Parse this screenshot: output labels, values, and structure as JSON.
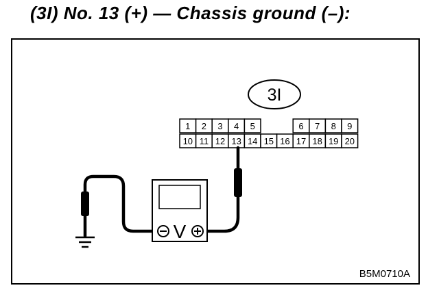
{
  "title": "(3I) No. 13 (+) — Chassis ground (–):",
  "connector": {
    "label": "3I",
    "row_top": [
      {
        "label": "1",
        "visible": true
      },
      {
        "label": "2",
        "visible": true
      },
      {
        "label": "3",
        "visible": true
      },
      {
        "label": "4",
        "visible": true
      },
      {
        "label": "5",
        "visible": true
      },
      {
        "label": "",
        "visible": false
      },
      {
        "label": "",
        "visible": false
      },
      {
        "label": "6",
        "visible": true
      },
      {
        "label": "7",
        "visible": true
      },
      {
        "label": "8",
        "visible": true
      },
      {
        "label": "9",
        "visible": true
      }
    ],
    "row_bottom": [
      {
        "label": "10",
        "visible": true
      },
      {
        "label": "11",
        "visible": true
      },
      {
        "label": "12",
        "visible": true
      },
      {
        "label": "13",
        "visible": true
      },
      {
        "label": "14",
        "visible": true
      },
      {
        "label": "15",
        "visible": true
      },
      {
        "label": "16",
        "visible": true
      },
      {
        "label": "17",
        "visible": true
      },
      {
        "label": "18",
        "visible": true
      },
      {
        "label": "19",
        "visible": true
      },
      {
        "label": "20",
        "visible": true
      }
    ]
  },
  "meter": {
    "unit_symbol": "V",
    "negative_symbol": "−",
    "positive_symbol": "+"
  },
  "figure_code": "B5M0710A"
}
